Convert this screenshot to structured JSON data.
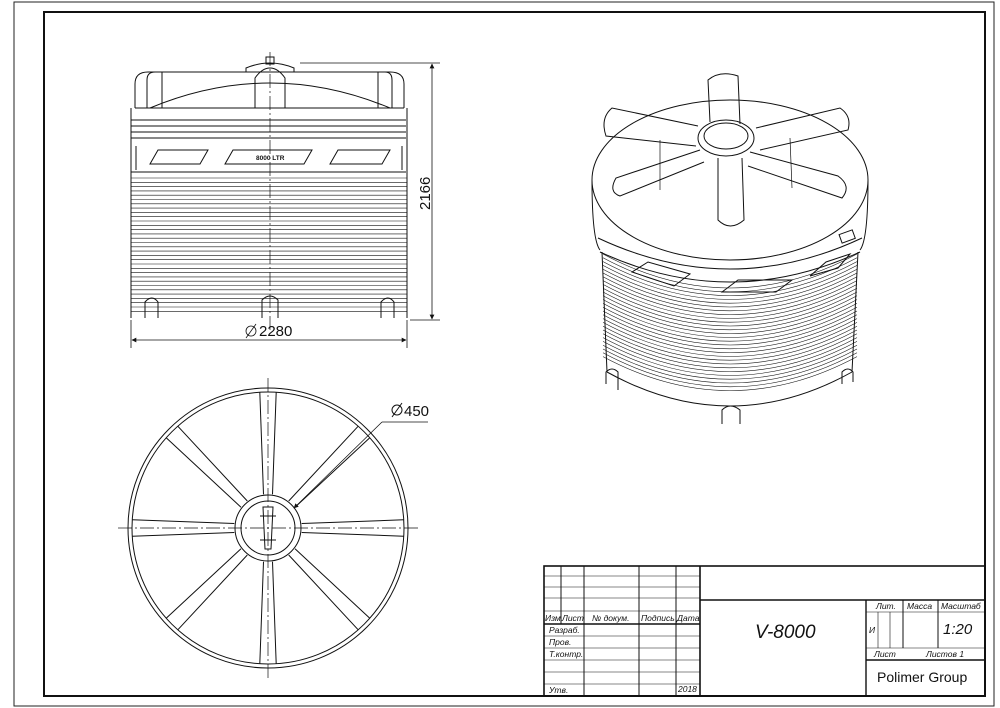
{
  "drawing": {
    "front_view": {
      "label": "8000 LTR",
      "height_dim": "2166",
      "diameter_dim": "2280"
    },
    "top_view": {
      "hatch_dim": "450"
    }
  },
  "title_block": {
    "headers": {
      "izm": "Изм",
      "list": "Лист",
      "doc_no": "№ докум.",
      "signature": "Подпись",
      "date": "Дата"
    },
    "roles": {
      "developed": "Разраб.",
      "checked": "Пров.",
      "tech_control": "Т.контр.",
      "approved": "Утв."
    },
    "year": "2018",
    "designation": "V-8000",
    "lit_label": "Лит.",
    "mass_label": "Масса",
    "scale_label": "Масштаб",
    "lit_value": "И",
    "scale_value": "1:20",
    "sheet_label": "Лист",
    "sheets_label": "Листов 1",
    "organization": "Polimer Group"
  }
}
